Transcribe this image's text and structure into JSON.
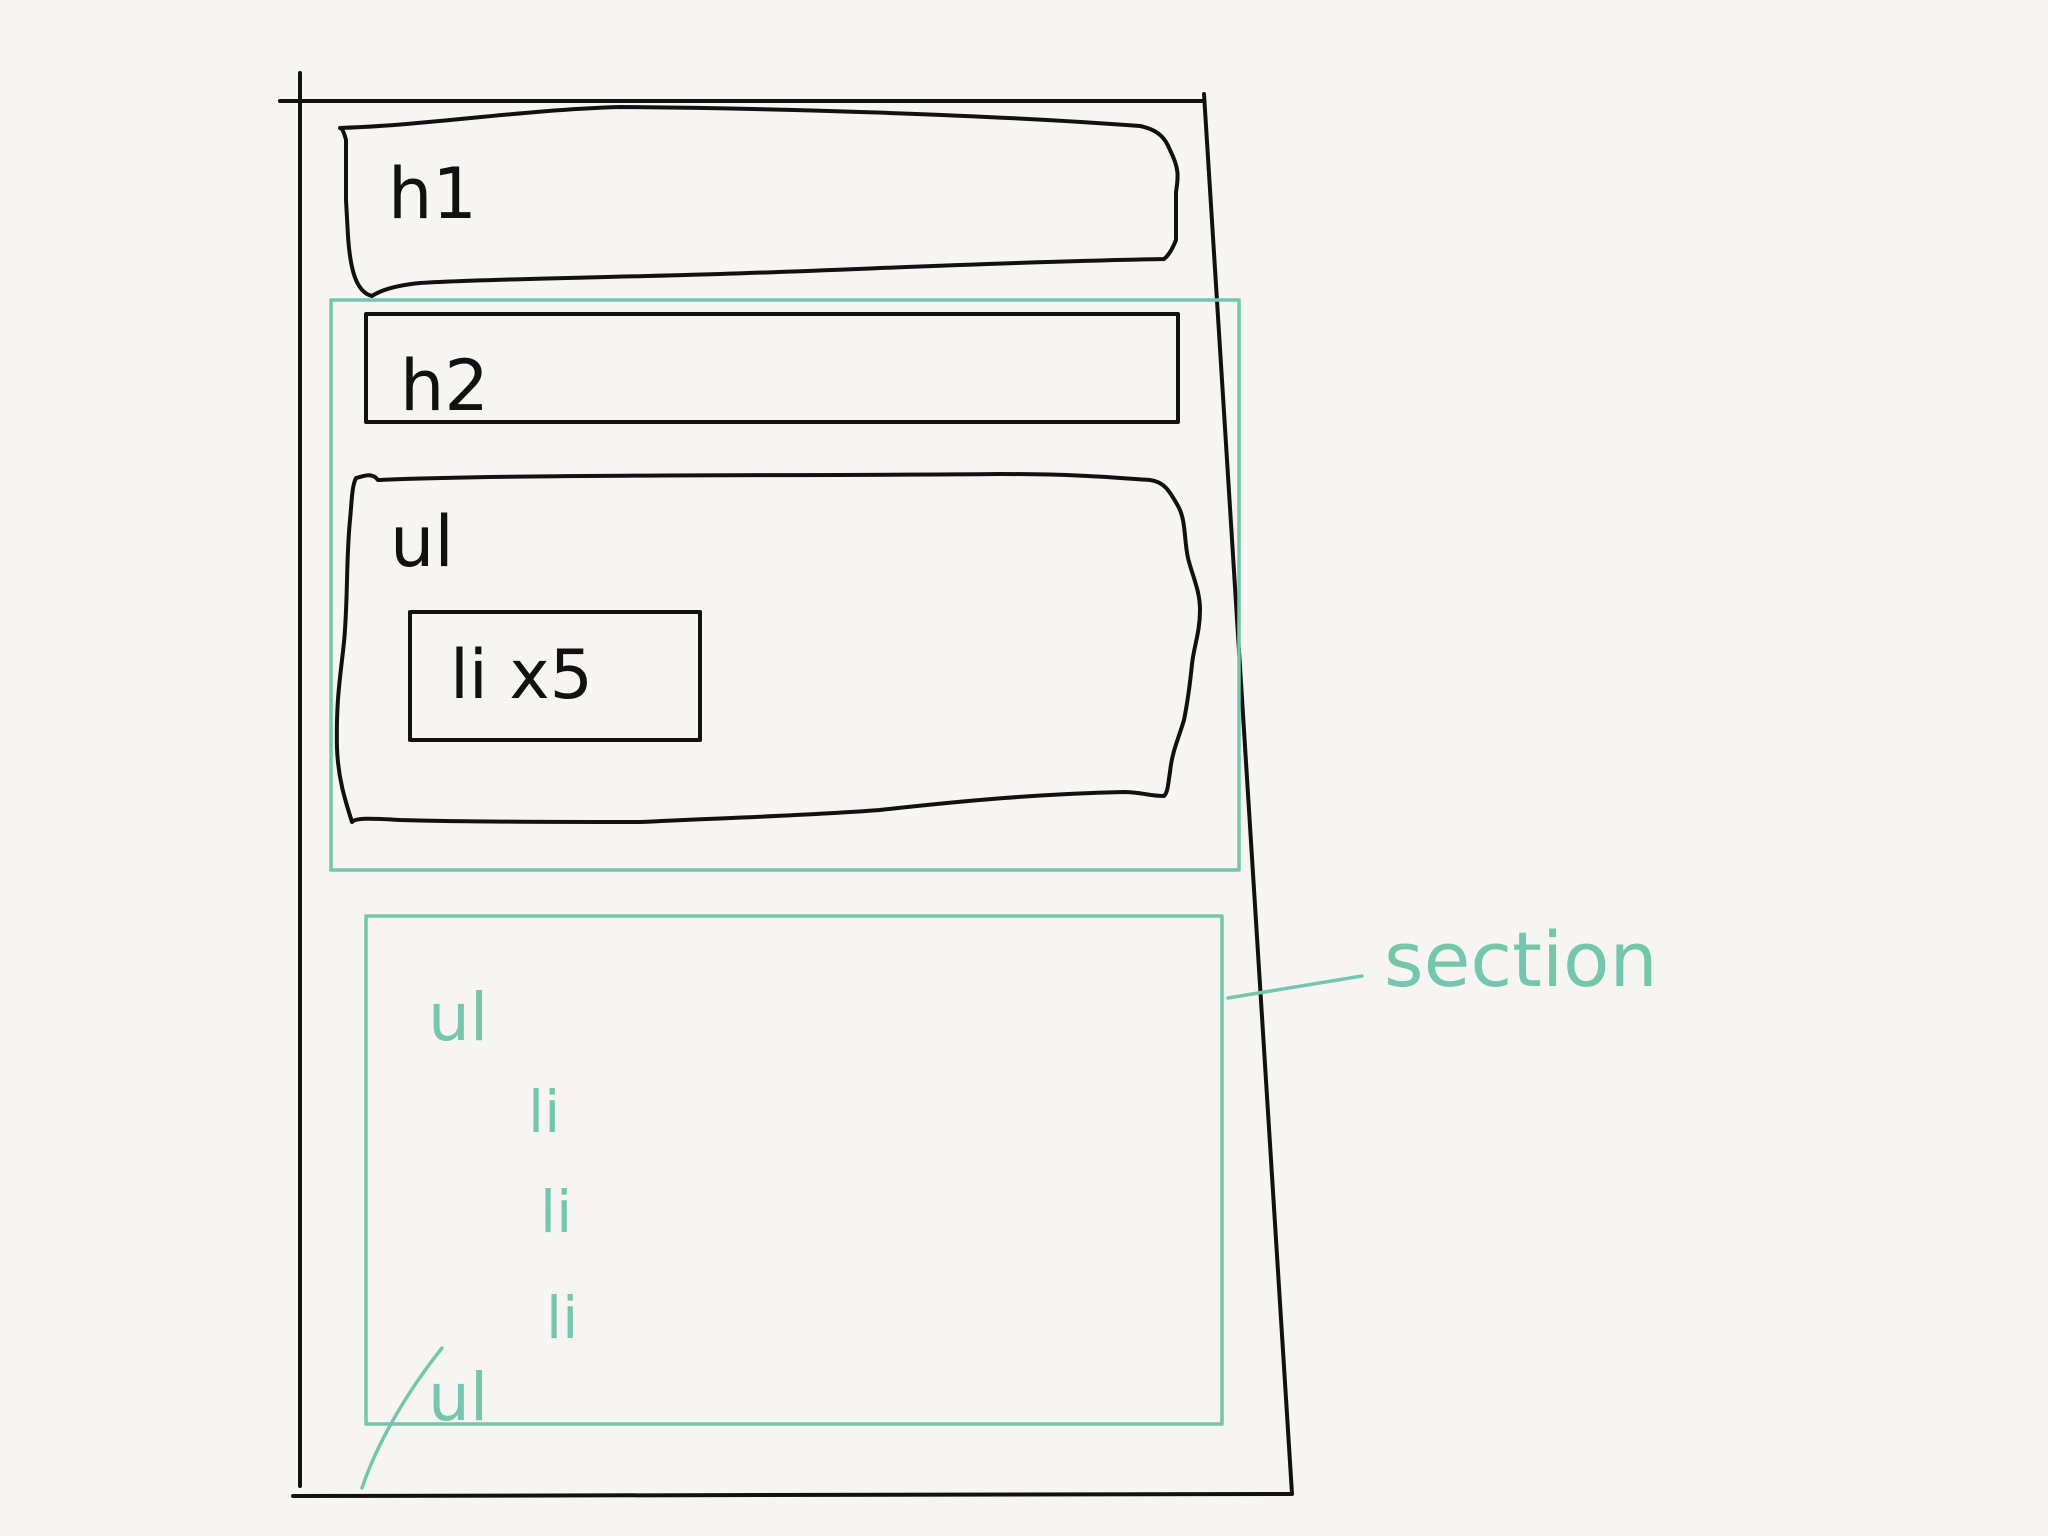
{
  "colors": {
    "background": "#f6f5f2",
    "ink": "#111111",
    "accent": "#74c6ad"
  },
  "labels": {
    "h1": "h1",
    "h2": "h2",
    "ul_top": "ul",
    "li_x5": "li x5",
    "ul_lower": "ul",
    "li_1": "li",
    "li_2": "li",
    "li_3": "li",
    "ul_bottom": "ul",
    "section": "section"
  }
}
